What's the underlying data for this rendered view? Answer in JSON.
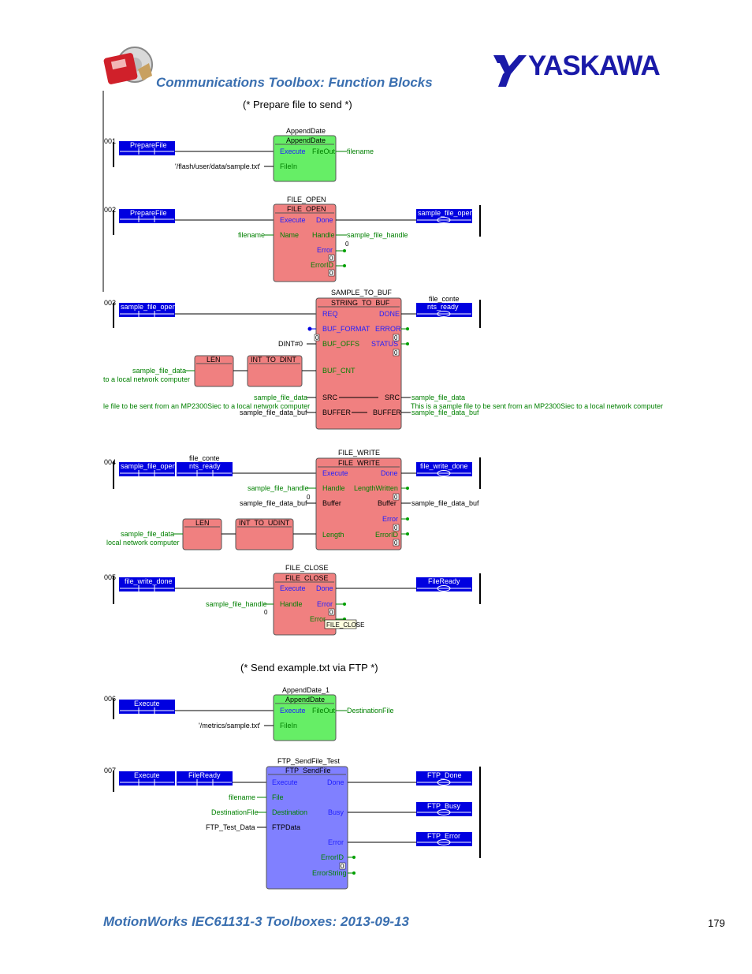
{
  "header": {
    "title": "Communications Toolbox: Function Blocks",
    "brand": "YASKAWA"
  },
  "footer": {
    "title": "MotionWorks IEC61131-3 Toolboxes: 2013-09-13",
    "page": "179"
  },
  "comments": {
    "c1": "(* Prepare file to send *)",
    "c2": "(* Send example.txt via FTP *)"
  },
  "rungs": {
    "r1": {
      "num": "001",
      "contact": "PrepareFile",
      "instance": "AppendDate",
      "type": "AppendDate",
      "pin_execute": "Execute",
      "pin_filein": "FileIn",
      "pin_fileout": "FileOut",
      "in_filein": "'/flash/user/data/sample.txt'",
      "out_fileout": "filename"
    },
    "r2": {
      "num": "002",
      "contact": "PrepareFile",
      "instance": "FILE_OPEN",
      "type": "FILE_OPEN",
      "pin_execute": "Execute",
      "pin_name": "Name",
      "pin_done": "Done",
      "pin_handle": "Handle",
      "pin_error": "Error",
      "pin_errorid": "ErrorID",
      "in_name": "filename",
      "out_handle": "sample_file_handle",
      "zero": "0",
      "coil": "sample_file_open"
    },
    "r3": {
      "num": "003",
      "contact": "sample_file_open",
      "instance": "SAMPLE_TO_BUF",
      "type": "STRING_TO_BUF",
      "pin_req": "REQ",
      "pin_fmt": "BUF_FORMAT",
      "pin_offs": "BUF_OFFS",
      "pin_cnt": "BUF_CNT",
      "pin_src": "SRC",
      "pin_buffer": "BUFFER",
      "pin_done": "DONE",
      "pin_error": "ERROR",
      "pin_status": "STATUS",
      "pin_src_out": "SRC",
      "pin_buffer_out": "BUFFER",
      "in_offs": "DINT#0",
      "len": "LEN",
      "conv": "INT_TO_DINT",
      "in_len_1": "sample_file_data",
      "in_len_2": "to a local network computer",
      "in_src_1": "sample_file_data",
      "in_src_2": "le file to be sent from an MP2300Siec to a local network computer",
      "in_buf": "sample_file_data_buf",
      "out_src_1": "sample_file_data",
      "out_src_2": "This is a sample file to be sent from an MP2300Siec to a local network computer",
      "out_buf": "sample_file_data_buf",
      "coil_1": "file_conte",
      "coil_2": "nts_ready",
      "zero": "0"
    },
    "r4": {
      "num": "004",
      "contact_a": "sample_file_open",
      "contact_b_1": "file_conte",
      "contact_b_2": "nts_ready",
      "instance": "FILE_WRITE",
      "type": "FILE_WRITE",
      "pin_execute": "Execute",
      "pin_handle": "Handle",
      "pin_buffer": "Buffer",
      "pin_length": "Length",
      "pin_done": "Done",
      "pin_lw": "LengthWritten",
      "pin_buffer_out": "Buffer",
      "pin_error": "Error",
      "pin_errorid": "ErrorID",
      "in_handle": "sample_file_handle",
      "in_buffer": "sample_file_data_buf",
      "out_buffer": "sample_file_data_buf",
      "len": "LEN",
      "conv": "INT_TO_UDINT",
      "in_len_1": "sample_file_data",
      "in_len_2": "local network computer",
      "coil": "file_write_done",
      "zero": "0"
    },
    "r5": {
      "num": "005",
      "contact": "file_write_done",
      "instance": "FILE_CLOSE",
      "type": "FILE_CLOSE",
      "pin_execute": "Execute",
      "pin_handle": "Handle",
      "pin_done": "Done",
      "pin_error": "Error",
      "pin_errorid": "Error",
      "in_handle": "sample_file_handle",
      "tooltip": "FILE_CLOSE",
      "coil": "FileReady",
      "zero": "0"
    },
    "r6": {
      "num": "006",
      "contact": "Execute",
      "instance": "AppendDate_1",
      "type": "AppendDate",
      "pin_execute": "Execute",
      "pin_filein": "FileIn",
      "pin_fileout": "FileOut",
      "in_filein": "'/metrics/sample.txt'",
      "out_fileout": "DestinationFile"
    },
    "r7": {
      "num": "007",
      "contact_a": "Execute",
      "contact_b": "FileReady",
      "instance": "FTP_SendFile_Test",
      "type": "FTP_SendFile",
      "pin_execute": "Execute",
      "pin_file": "File",
      "pin_dest": "Destination",
      "pin_ftpdata": "FTPData",
      "pin_done": "Done",
      "pin_busy": "Busy",
      "pin_error": "Error",
      "pin_errorid": "ErrorID",
      "pin_errorstring": "ErrorString",
      "in_file": "filename",
      "in_dest": "DestinationFile",
      "in_ftpdata": "FTP_Test_Data",
      "coil_done": "FTP_Done",
      "coil_busy": "FTP_Busy",
      "coil_error": "FTP_Error",
      "zero": "0"
    }
  },
  "colors": {
    "green_block": "#66ee66",
    "red_block": "#f08080",
    "blue_block": "#8080ff",
    "contact": "#0000e0",
    "wire": "#008000",
    "pin_label": "#2020ff"
  }
}
